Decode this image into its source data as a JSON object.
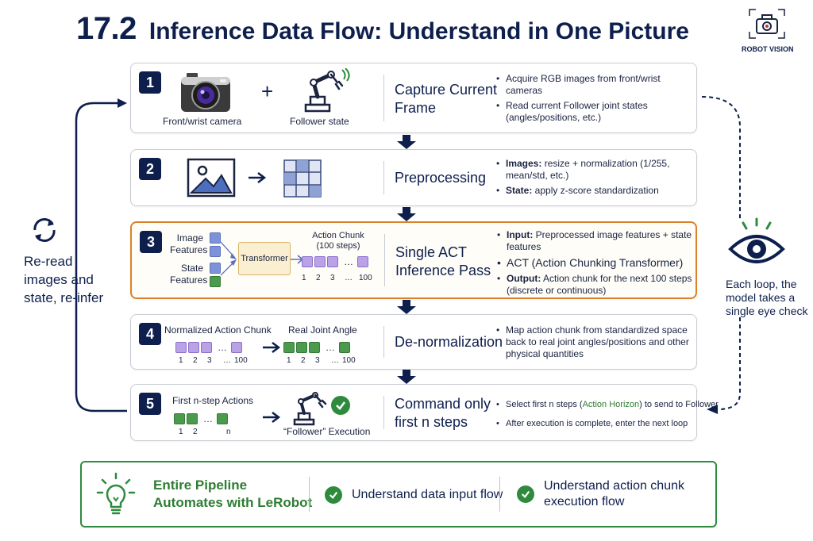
{
  "header": {
    "number": "17.2",
    "title": "Inference Data Flow: Understand in One Picture"
  },
  "logo": {
    "label": "ROBOT VISION"
  },
  "loop_left": {
    "line1": "Re-read",
    "line2": "images and",
    "line3": "state, re-infer"
  },
  "loop_right": {
    "line1": "Each loop, the",
    "line2": "model takes a",
    "line3": "single eye check"
  },
  "steps": [
    {
      "number": "1",
      "name_line1": "Capture Current",
      "name_line2": "Frame",
      "visual": {
        "camera_label": "Front/wrist camera",
        "plus": "+",
        "robot_label": "Follower state"
      },
      "bullets": [
        {
          "text": "Acquire RGB images from front/wrist cameras"
        },
        {
          "text": "Read current Follower joint states (angles/positions, etc.)"
        }
      ]
    },
    {
      "number": "2",
      "name_line1": "Preprocessing",
      "bullets": [
        {
          "bold": "Images:",
          "text": " resize + normalization (1/255, mean/std, etc.)"
        },
        {
          "bold": "State:",
          "text": " apply z-score standardization"
        }
      ]
    },
    {
      "number": "3",
      "name_line1": "Single ACT",
      "name_line2": "Inference Pass",
      "visual": {
        "image_features_l1": "Image",
        "image_features_l2": "Features",
        "state_features_l1": "State",
        "state_features_l2": "Features",
        "transformer": "Transformer",
        "chunk_title_l1": "Action Chunk",
        "chunk_title_l2": "(100 steps)",
        "ellipsis": "…",
        "idx": [
          "1",
          "2",
          "3",
          "…",
          "100"
        ]
      },
      "bullets": [
        {
          "bold": "Input:",
          "text": " Preprocessed image features + state features"
        },
        {
          "text": "ACT (Action Chunking Transformer)"
        },
        {
          "bold": "Output:",
          "text": " Action chunk for the next 100 steps (discrete or continuous)"
        }
      ]
    },
    {
      "number": "4",
      "name_line1": "De-normalization",
      "visual": {
        "left_title": "Normalized Action Chunk",
        "right_title": "Real Joint Angle",
        "ellipsis": "…",
        "idx": [
          "1",
          "2",
          "3",
          "…",
          "100"
        ]
      },
      "bullets": [
        {
          "text": "Map action chunk from standardized space back to real joint angles/positions and other physical quantities"
        }
      ]
    },
    {
      "number": "5",
      "name_line1": "Command only",
      "name_line2": "first n steps",
      "visual": {
        "title": "First n-step Actions",
        "ellipsis": "…",
        "idx": [
          "1",
          "2",
          "n"
        ],
        "exec_label": "“Follower” Execution"
      },
      "bullets": [
        {
          "text": "Select first n steps (",
          "hl": "Action Horizon",
          "text2": ") to send to Follower"
        },
        {
          "text": "After execution is complete, enter the next loop"
        }
      ]
    }
  ],
  "footer": {
    "pipeline_l1": "Entire Pipeline",
    "pipeline_l2": "Automates with LeRobot",
    "item1": "Understand data input flow",
    "item2_l1": "Understand action chunk",
    "item2_l2": "execution flow"
  },
  "colors": {
    "navy": "#0e1f4d",
    "orange": "#d9822b",
    "green": "#2e8b3e",
    "blue": "#7d93d9",
    "purple": "#b9a2e6"
  }
}
